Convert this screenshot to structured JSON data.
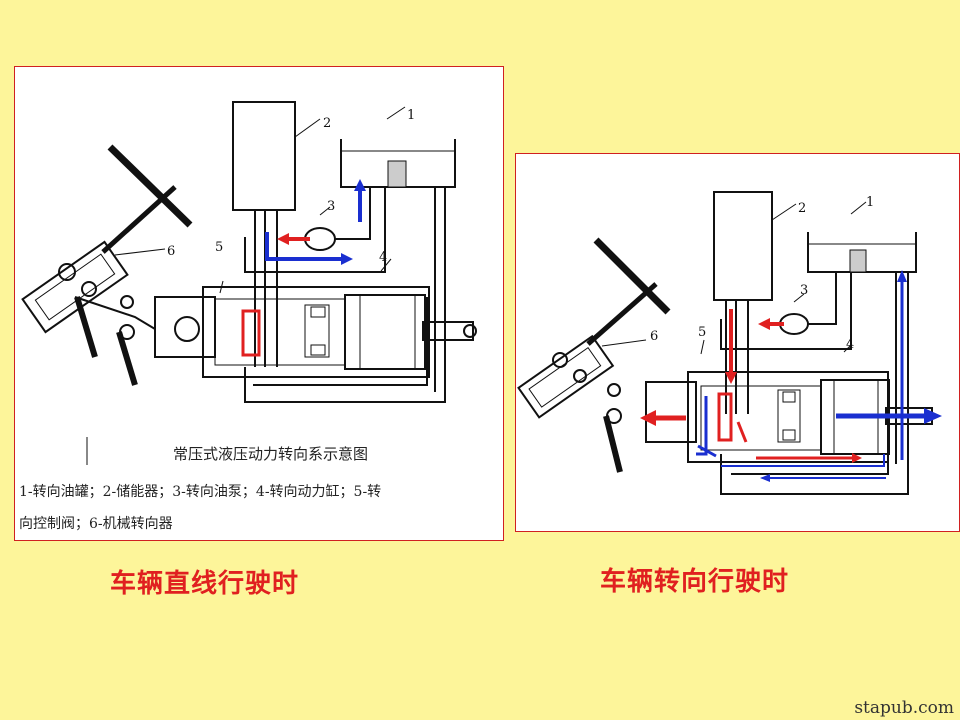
{
  "left_panel": {
    "caption_title": "常压式液压动力转向系示意图",
    "legend_line1": "1-转向油罐；2-储能器；3-转向油泵；4-转向动力缸；5-转",
    "legend_line2": "向控制阀；6-机械转向器",
    "part_numbers": [
      "1",
      "2",
      "3",
      "4",
      "5",
      "6"
    ]
  },
  "right_panel": {
    "part_numbers": [
      "1",
      "2",
      "3",
      "4",
      "5",
      "6"
    ]
  },
  "labels": {
    "straight": "车辆直线行驶时",
    "turning": "车辆转向行驶时"
  },
  "watermark": "stapub.com",
  "colors": {
    "background": "#fdf59a",
    "flow_red": "#e02020",
    "flow_blue": "#1a2fd0",
    "label_red": "#e02020"
  }
}
